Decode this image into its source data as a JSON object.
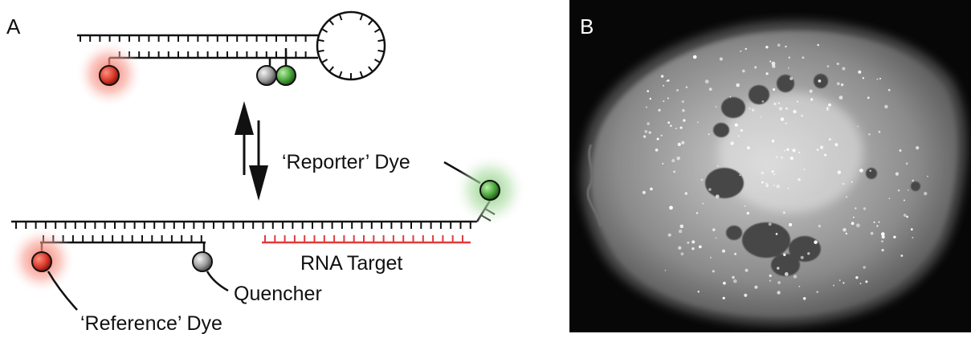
{
  "panel_a": {
    "label": "A",
    "reporter_label": "‘Reporter’ Dye",
    "target_label": "RNA Target",
    "quencher_label": "Quencher",
    "reference_label": "‘Reference’ Dye"
  },
  "panel_b": {
    "label": "B"
  },
  "colors": {
    "reference_dye": "#e8392a",
    "reporter_dye": "#3fa535",
    "quencher": "#9a9a9a",
    "rna_target": "#e23a3a",
    "strand": "#111111"
  }
}
